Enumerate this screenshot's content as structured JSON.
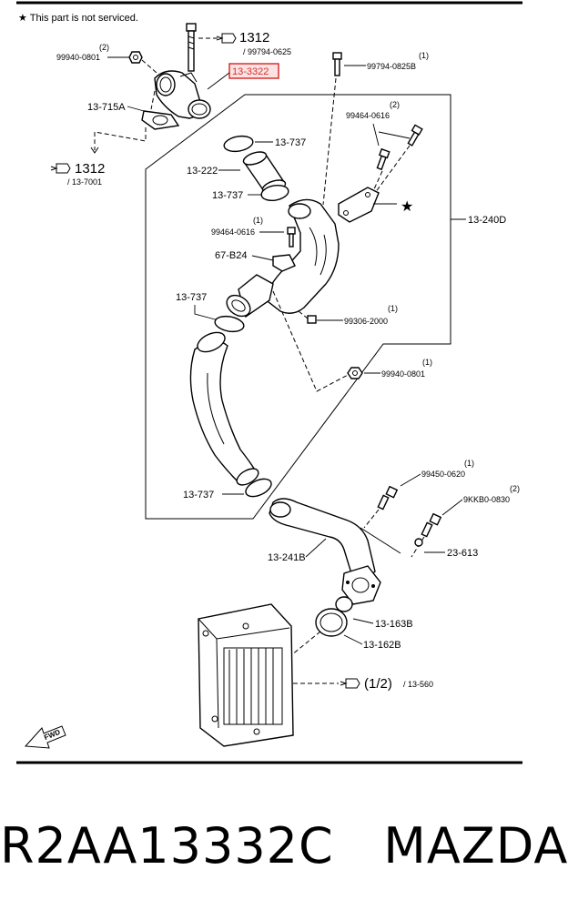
{
  "note": "★ This part is not serviced.",
  "labels": {
    "ref_1312_top": "1312",
    "ref_99794_0625": "/ 99794-0625",
    "qty_99940_top": "(2)",
    "p_99940_0801_top": "99940-0801",
    "p_13_3322": "13-3322",
    "qty_99794_0825": "(1)",
    "p_99794_0825": "99794-0825B",
    "p_13_715A": "13-715A",
    "qty_99464_top": "(2)",
    "p_99464_0616_top": "99464-0616",
    "p_13_737_a": "13-737",
    "ref_1312_left": "1312",
    "ref_13_7001": "/ 13-7001",
    "p_13_222": "13-222",
    "p_13_737_b": "13-737",
    "p_13_240D": "13-240D",
    "qty_99464_mid": "(1)",
    "p_99464_0616_mid": "99464-0616",
    "p_67_B24": "67-B24",
    "p_13_737_c": "13-737",
    "qty_99306": "(1)",
    "p_99306_2000": "99306-2000",
    "qty_99940_low": "(1)",
    "p_99940_0801_low": "99940-0801",
    "qty_99450": "(1)",
    "p_99450_0620": "99450-0620",
    "p_13_737_d": "13-737",
    "qty_9KKB0": "(2)",
    "p_9KKB0_0830": "9KKB0-0830",
    "p_13_241B": "13-241B",
    "p_23_613": "23-613",
    "p_13_163B": "13-163B",
    "p_13_162B": "13-162B",
    "ref_half": "(1/2)",
    "ref_13_560": "/ 13-560",
    "fwd": "FWD"
  },
  "highlight_color": "#d9302c",
  "caption": "R2AA13332C   MAZDA"
}
